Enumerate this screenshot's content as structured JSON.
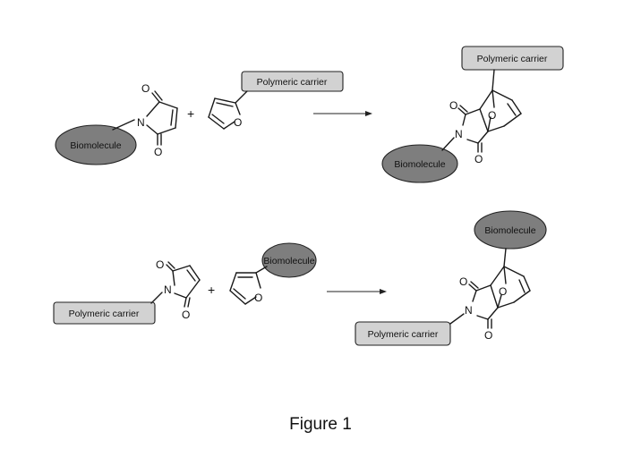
{
  "figure": {
    "caption": "Figure 1",
    "labels": {
      "biomolecule": "Biomolecule",
      "polymeric_carrier": "Polymeric carrier"
    },
    "atoms": {
      "oxygen": "O",
      "nitrogen": "N"
    },
    "plus_sign": "+"
  },
  "colors": {
    "biomolecule_fill": "#7e7e7e",
    "carrier_fill": "#d2d2d2",
    "line": "#1a1a1a"
  }
}
